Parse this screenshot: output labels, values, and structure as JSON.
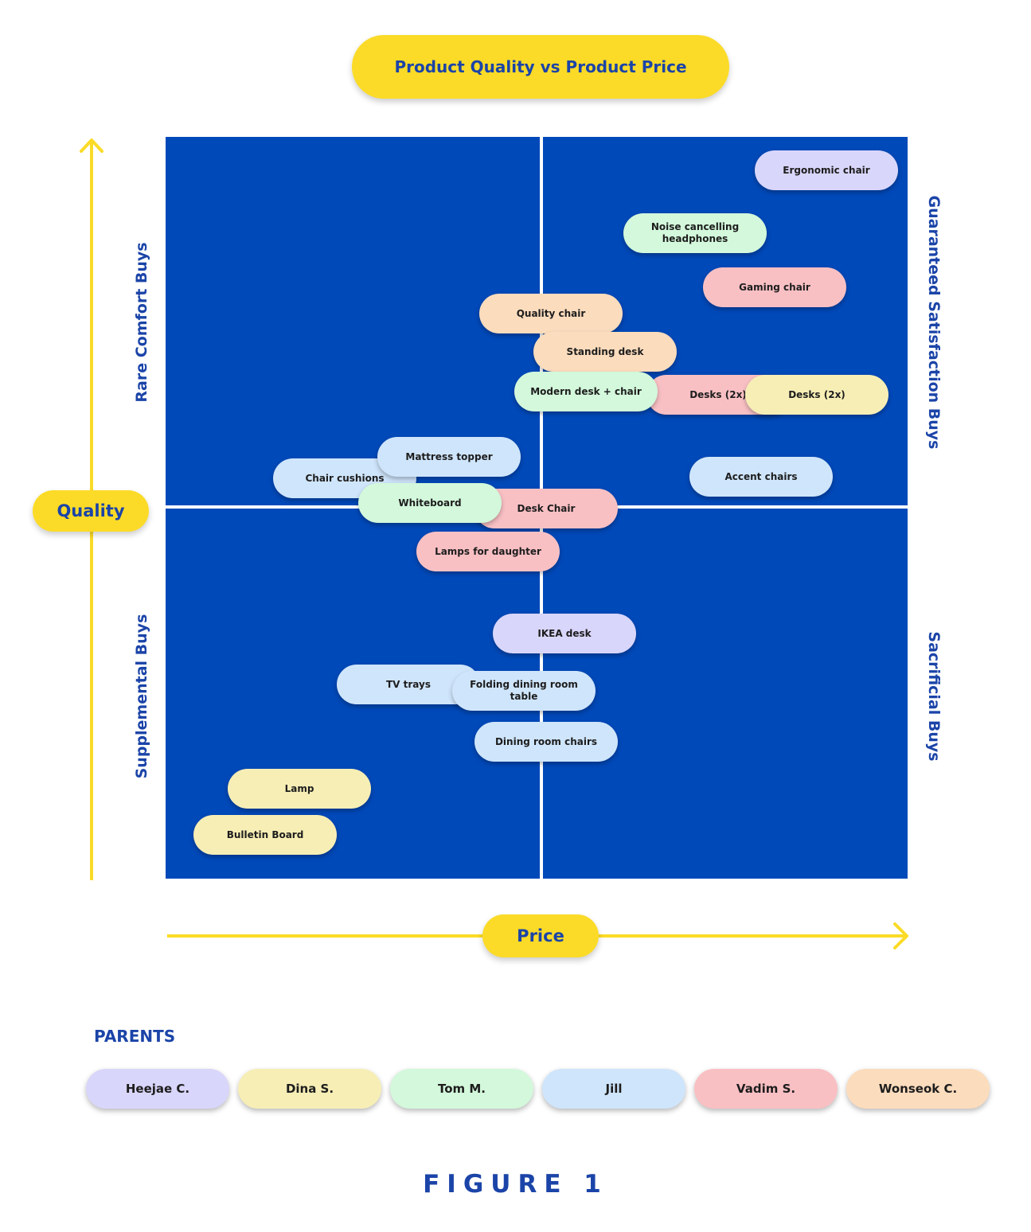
{
  "title": "Product Quality vs Product Price",
  "axes": {
    "quality": "Quality",
    "price": "Price"
  },
  "quadrants": {
    "top_left": "Rare Comfort Buys",
    "top_right": "Guaranteed Satisfaction Buys",
    "bottom_left": "Supplemental Buys",
    "bottom_right": "Sacrificial Buys"
  },
  "colors": {
    "board": "#0049b9",
    "accent_yellow": "#fbdb27",
    "text_blue": "#1b44a8",
    "heejae": "#d9d6fb",
    "dina": "#f7eeb6",
    "tom": "#d3f8db",
    "jill": "#cfe5fb",
    "vadim": "#f9c0c4",
    "wonseok": "#fbdcbd"
  },
  "items": [
    {
      "label": "Ergonomic chair",
      "owner": "Heejae C."
    },
    {
      "label": "Noise cancelling headphones",
      "owner": "Tom M."
    },
    {
      "label": "Gaming chair",
      "owner": "Vadim S."
    },
    {
      "label": "Quality chair",
      "owner": "Wonseok C."
    },
    {
      "label": "Standing desk",
      "owner": "Wonseok C."
    },
    {
      "label": "Desks (2x)",
      "owner": "Vadim S."
    },
    {
      "label": "Desks (2x)",
      "owner": "Dina S."
    },
    {
      "label": "Modern desk + chair",
      "owner": "Tom M."
    },
    {
      "label": "Mattress topper",
      "owner": "Jill"
    },
    {
      "label": "Chair cushions",
      "owner": "Jill"
    },
    {
      "label": "Accent chairs",
      "owner": "Jill"
    },
    {
      "label": "Desk Chair",
      "owner": "Vadim S."
    },
    {
      "label": "Whiteboard",
      "owner": "Tom M."
    },
    {
      "label": "Lamps for daughter",
      "owner": "Vadim S."
    },
    {
      "label": "IKEA desk",
      "owner": "Heejae C."
    },
    {
      "label": "TV trays",
      "owner": "Jill"
    },
    {
      "label": "Folding dining room table",
      "owner": "Jill"
    },
    {
      "label": "Dining room chairs",
      "owner": "Jill"
    },
    {
      "label": "Lamp",
      "owner": "Dina S."
    },
    {
      "label": "Bulletin Board",
      "owner": "Dina S."
    }
  ],
  "legend": {
    "heading": "PARENTS",
    "parents": [
      "Heejae C.",
      "Dina S.",
      "Tom M.",
      "Jill",
      "Vadim S.",
      "Wonseok C."
    ]
  },
  "figure_label": "FIGURE 1"
}
